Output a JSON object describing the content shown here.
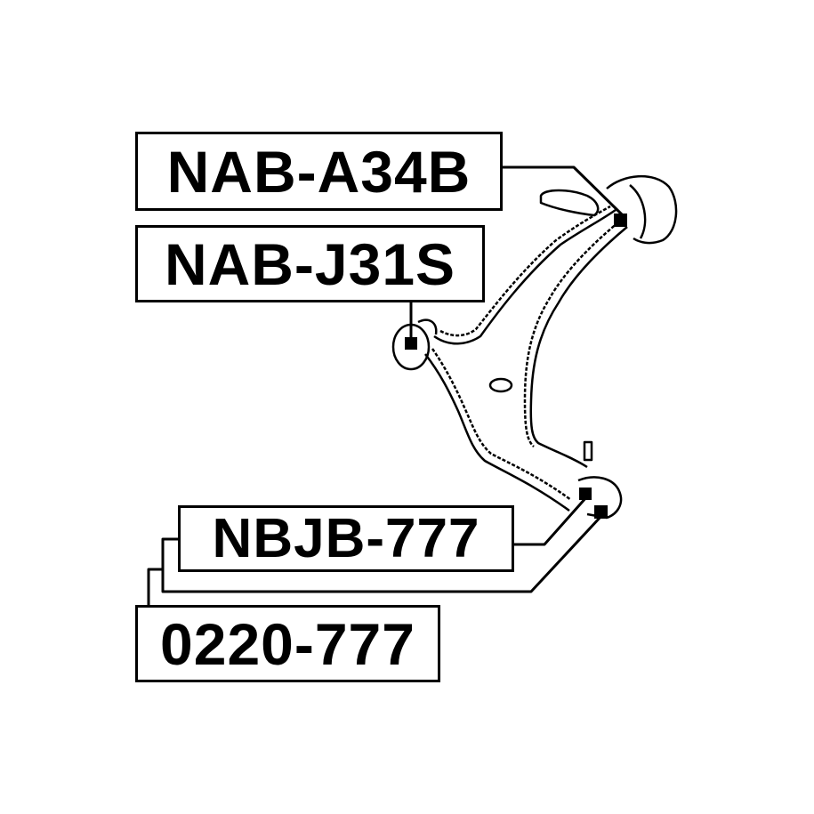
{
  "parts": [
    {
      "id": "upper-rear-bushing",
      "label": "NAB-A34B"
    },
    {
      "id": "front-bushing",
      "label": "NAB-J31S"
    },
    {
      "id": "ball-joint-boot",
      "label": "NBJB-777"
    },
    {
      "id": "ball-joint",
      "label": "0220-777"
    }
  ],
  "colors": {
    "line": "#000000",
    "background": "#ffffff"
  }
}
